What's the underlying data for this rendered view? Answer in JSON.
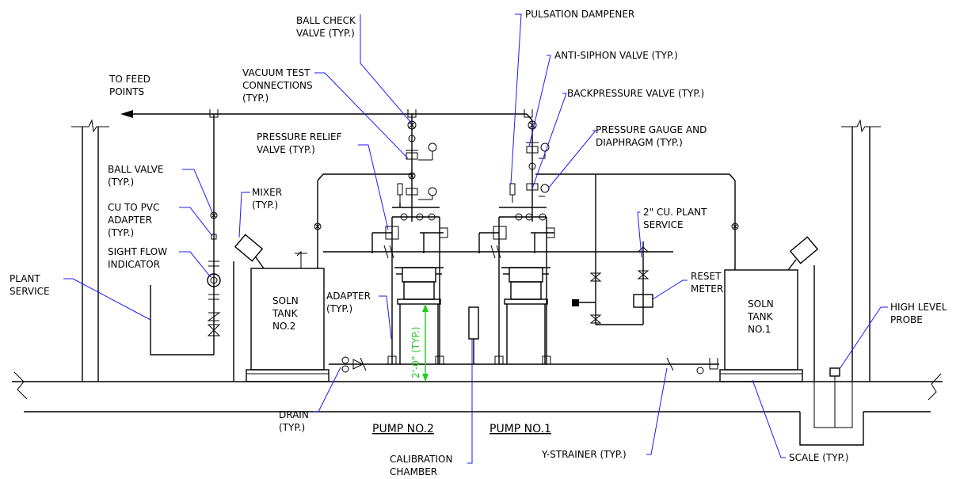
{
  "labels": {
    "to_feed_1": "TO FEED",
    "to_feed_2": "POINTS",
    "ball_check_1": "BALL CHECK",
    "ball_check_2": "VALVE (TYP.)",
    "vacuum_1": "VACUUM TEST",
    "vacuum_2": "CONNECTIONS",
    "vacuum_3": "(TYP.)",
    "pulsation": "PULSATION DAMPENER",
    "anti_siphon": "ANTI-SIPHON VALVE (TYP.)",
    "backpressure": "BACKPRESSURE VALVE (TYP.)",
    "gauge_1": "PRESSURE GAUGE AND",
    "gauge_2": "DIAPHRAGM (TYP.)",
    "relief_1": "PRESSURE RELIEF",
    "relief_2": "VALVE (TYP.)",
    "ball_valve_1": "BALL VALVE",
    "ball_valve_2": "(TYP.)",
    "mixer_1": "MIXER",
    "mixer_2": "(TYP.)",
    "cu_pvc_1": "CU TO PVC",
    "cu_pvc_2": "ADAPTER",
    "cu_pvc_3": "(TYP.)",
    "sight_1": "SIGHT FLOW",
    "sight_2": "INDICATOR",
    "plant_service_1": "PLANT",
    "plant_service_2": "SERVICE",
    "cu_plant_1": "2\" CU. PLANT",
    "cu_plant_2": "SERVICE",
    "reset_1": "RESET",
    "reset_2": "METER",
    "high_level_1": "HIGH LEVEL",
    "high_level_2": "PROBE",
    "tank2_1": "SOLN",
    "tank2_2": "TANK",
    "tank2_3": "NO.2",
    "tank1_1": "SOLN",
    "tank1_2": "TANK",
    "tank1_3": "NO.1",
    "adapter_1": "ADAPTER",
    "adapter_2": "(TYP.)",
    "dimension": "2'-0\" (TYP.)",
    "drain_1": "DRAIN",
    "drain_2": "(TYP.)",
    "pump2": "PUMP NO.2",
    "pump1": "PUMP NO.1",
    "calibration_1": "CALIBRATION",
    "calibration_2": "CHAMBER",
    "y_strainer": "Y-STRAINER (TYP.)",
    "scale": "SCALE (TYP.)"
  },
  "colors": {
    "linework": "#000000",
    "leaders": "#1a1aff",
    "dimension": "#22c922"
  }
}
